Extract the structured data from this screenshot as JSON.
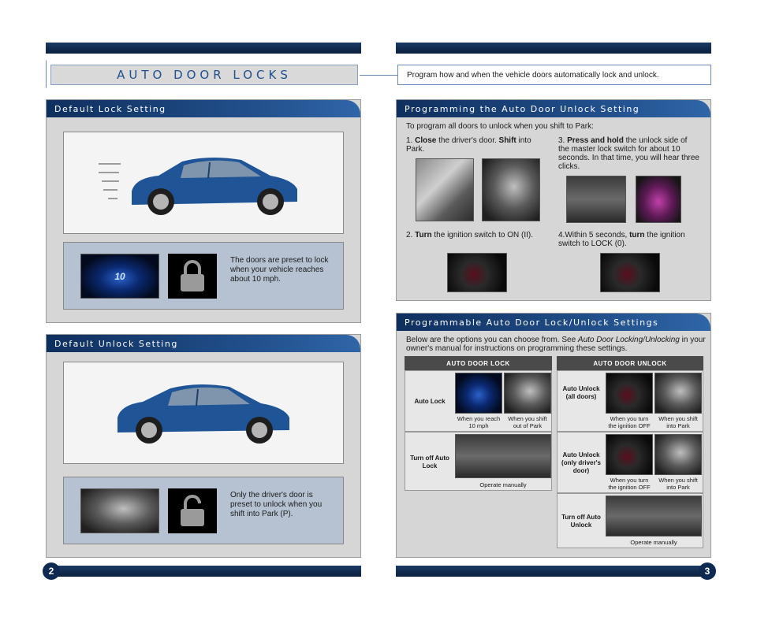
{
  "header": {
    "title": "AUTO DOOR LOCKS",
    "intro": "Program how and when the vehicle doors automatically lock and unlock."
  },
  "default_lock": {
    "heading": "Default Lock Setting",
    "caption": "The doors are preset to lock when your vehicle reaches about 10 mph.",
    "speed_readout": "10"
  },
  "default_unlock": {
    "heading": "Default Unlock Setting",
    "caption": "Only the driver's door is preset to unlock when you shift into Park (P)."
  },
  "programming": {
    "heading": "Programming the Auto Door Unlock Setting",
    "intro": "To program all doors to unlock when you shift to Park:",
    "steps": [
      {
        "num": "1.",
        "bold1": "Close",
        "text1": " the driver's door. ",
        "bold2": "Shift",
        "text2": " into Park."
      },
      {
        "num": "2.",
        "bold1": "Turn",
        "text1": " the ignition switch to ON (II).",
        "bold2": "",
        "text2": ""
      },
      {
        "num": "3.",
        "bold1": "Press and hold",
        "text1": " the unlock side of the master lock switch for about 10 seconds. In that time, you will hear three clicks.",
        "bold2": "",
        "text2": ""
      },
      {
        "num": "4.",
        "pre": "Within 5 seconds, ",
        "bold1": "turn",
        "text1": " the ignition switch to LOCK (0).",
        "bold2": "",
        "text2": ""
      }
    ]
  },
  "programmable": {
    "heading": "Programmable Auto Door Lock/Unlock Settings",
    "intro_pre": "Below are the options you can choose from. See ",
    "intro_italic": "Auto Door Locking/Unlocking",
    "intro_post": " in your owner's manual for instructions on programming these settings.",
    "lock_table": {
      "header": "AUTO DOOR LOCK",
      "rows": [
        {
          "label": "Auto Lock",
          "captions": [
            "When you reach 10 mph",
            "When you shift out of Park"
          ]
        },
        {
          "label": "Turn off Auto Lock",
          "captions": [
            "Operate manually"
          ]
        }
      ]
    },
    "unlock_table": {
      "header": "AUTO DOOR UNLOCK",
      "rows": [
        {
          "label": "Auto Unlock (all doors)",
          "captions": [
            "When you turn the ignition OFF",
            "When you shift into Park"
          ]
        },
        {
          "label": "Auto Unlock (only driver's door)",
          "captions": [
            "When you turn the ignition OFF",
            "When you shift into Park"
          ]
        },
        {
          "label": "Turn off Auto Unlock",
          "captions": [
            "Operate manually"
          ]
        }
      ]
    }
  },
  "page_numbers": {
    "left": "2",
    "right": "3"
  },
  "colors": {
    "brand_navy": "#0e2a52",
    "accent_blue": "#1f4f8c"
  }
}
